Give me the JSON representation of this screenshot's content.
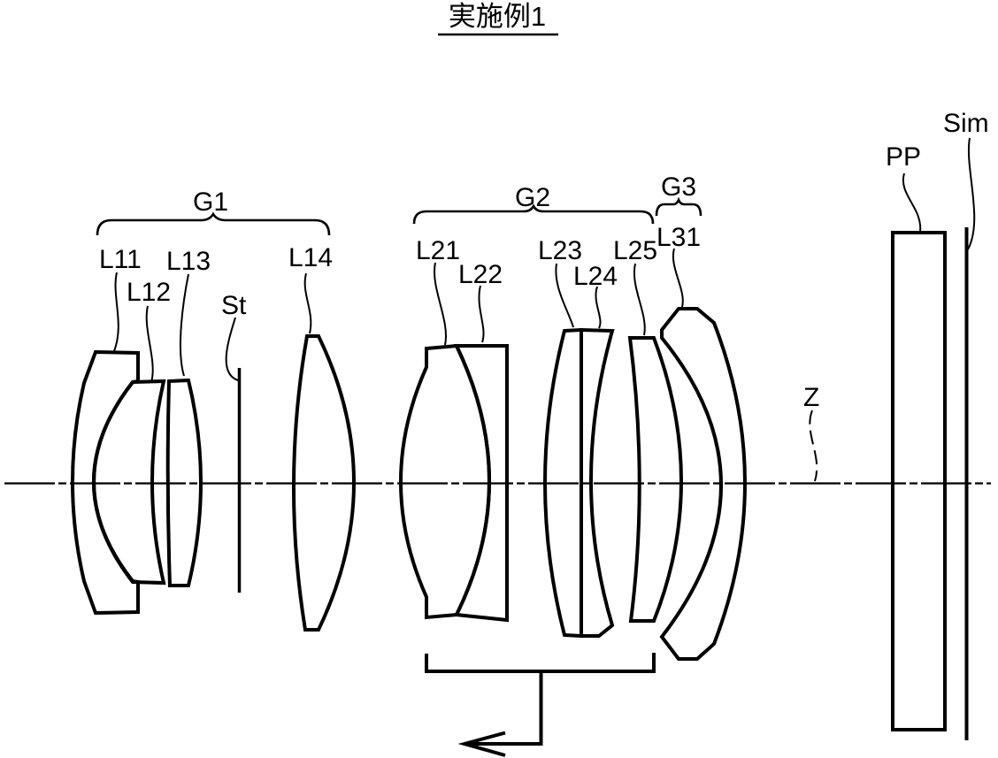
{
  "figure": {
    "title": "実施例1",
    "group_labels": {
      "g1": "G1",
      "g2": "G2",
      "g3": "G3"
    },
    "element_labels": {
      "l11": "L11",
      "l12": "L12",
      "l13": "L13",
      "st": "St",
      "l14": "L14",
      "l21": "L21",
      "l22": "L22",
      "l23": "L23",
      "l24": "L24",
      "l25": "L25",
      "l31": "L31"
    },
    "axis_label": "Z",
    "plate_label": "PP",
    "image_plane_label": "Sim",
    "colors": {
      "line": "#000000",
      "background": "#ffffff"
    }
  }
}
